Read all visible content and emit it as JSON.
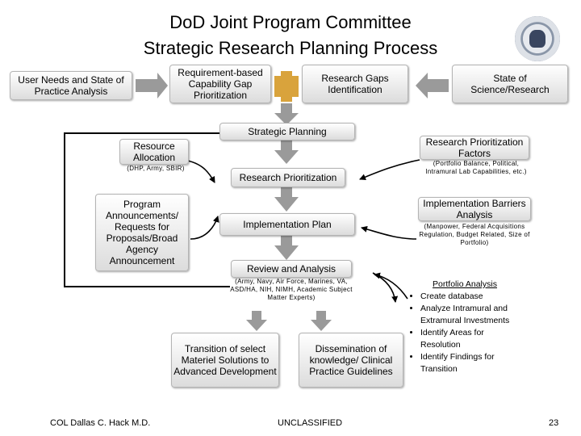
{
  "header": {
    "title_line1": "DoD Joint Program Committee",
    "title_line2": "Strategic Research Planning Process"
  },
  "boxes": {
    "user_needs": "User Needs and State of Practice Analysis",
    "req_based": "Requirement-based Capability Gap Prioritization",
    "research_gaps": "Research Gaps Identification",
    "state_science": "State of Science/Research",
    "strategic_planning": "Strategic Planning",
    "resource_allocation": "Resource Allocation",
    "resource_allocation_sub": "(DHP, Army, SBIR)",
    "research_prioritization": "Research Prioritization",
    "rp_factors": "Research Prioritization Factors",
    "rp_factors_sub": "(Portfolio Balance, Political, Intramural Lab Capabilities, etc.)",
    "program_ann": "Program Announcements/ Requests for Proposals/Broad Agency Announcement",
    "implementation_plan": "Implementation Plan",
    "impl_barriers": "Implementation Barriers Analysis",
    "impl_barriers_sub": "(Manpower, Federal Acquisitions Regulation, Budget Related, Size of Portfolio)",
    "review_analysis": "Review and Analysis",
    "review_analysis_sub": "(Army, Navy, Air Force, Marines, VA, ASD/HA, NIH, NIMH, Academic Subject Matter Experts)",
    "transition": "Transition of select Materiel Solutions to Advanced Development",
    "dissemination": "Dissemination of knowledge/ Clinical Practice Guidelines"
  },
  "portfolio": {
    "heading": "Portfolio Analysis",
    "items": [
      "Create database",
      "Analyze Intramural and Extramural Investments",
      "Identify Areas for Resolution",
      "Identify Findings for Transition"
    ]
  },
  "footer": {
    "author": "COL Dallas C. Hack M.D.",
    "classification": "UNCLASSIFIED",
    "page_number": "23"
  },
  "colors": {
    "arrow_fill": "#9a9a9a",
    "cross_fill": "#d9a33c",
    "line": "#000000"
  }
}
